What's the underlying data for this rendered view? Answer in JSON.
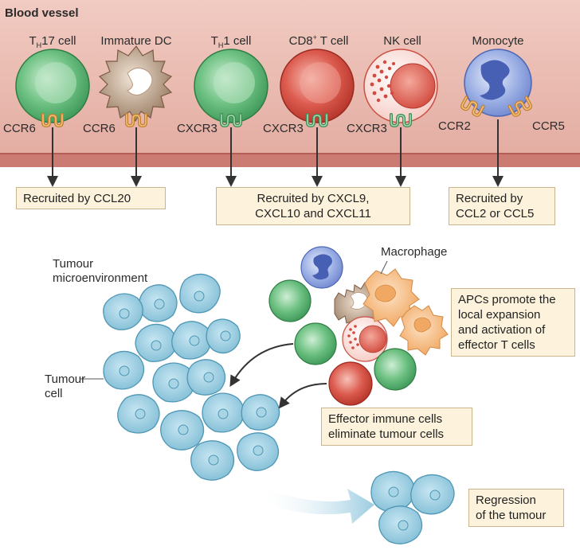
{
  "vessel": {
    "title": "Blood vessel"
  },
  "cells": {
    "th17": {
      "name_pre": "T",
      "name_sub": "H",
      "name_post": "17 cell",
      "receptor": "CCR6"
    },
    "idc": {
      "name": "Immature DC",
      "receptor": "CCR6"
    },
    "th1": {
      "name_pre": "T",
      "name_sub": "H",
      "name_post": "1 cell",
      "receptor": "CXCR3"
    },
    "cd8": {
      "name_pre": "CD8",
      "name_sup": "+",
      "name_post": " T cell",
      "receptor": "CXCR3"
    },
    "nk": {
      "name": "NK cell",
      "receptor": "CXCR3"
    },
    "mono": {
      "name": "Monocyte",
      "receptor_left": "CCR2",
      "receptor_right": "CCR5"
    }
  },
  "recruit": {
    "ccl20": {
      "line1": "Recruited by CCL20"
    },
    "cxcl": {
      "line1": "Recruited by CXCL9,",
      "line2": "CXCL10 and CXCL11"
    },
    "ccl": {
      "line1": "Recruited by",
      "line2": "CCL2 or CCL5"
    }
  },
  "tumour": {
    "micro_line1": "Tumour",
    "micro_line2": "microenvironment",
    "cell_line1": "Tumour",
    "cell_line2": "cell",
    "macrophage": "Macrophage"
  },
  "notes": {
    "apc": [
      "APCs promote the",
      "local expansion",
      "and activation of",
      "effector T cells"
    ],
    "effector": [
      "Effector immune cells",
      "eliminate tumour cells"
    ],
    "regression": [
      "Regression",
      "of the tumour"
    ]
  }
}
